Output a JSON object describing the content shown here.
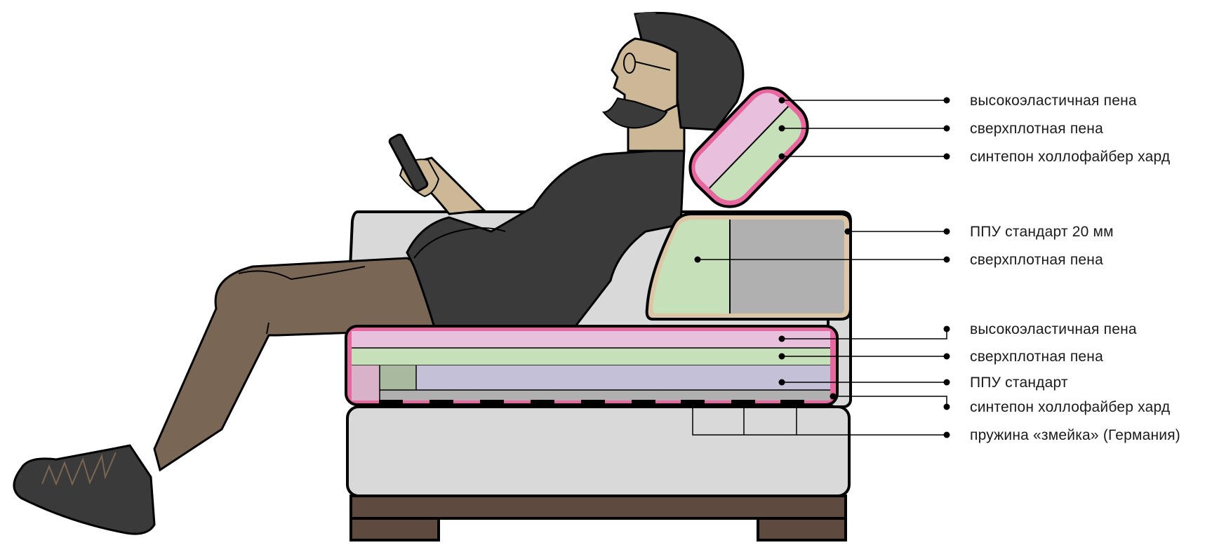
{
  "callouts": {
    "headrest": [
      "высокоэластичная пена",
      "сверхплотная пена",
      "синтепон холлофайбер хард"
    ],
    "armrest": [
      "ППУ стандарт 20 мм",
      "сверхплотная пена"
    ],
    "seat": [
      "высокоэластичная пена",
      "сверхплотная пена",
      "ППУ стандарт",
      "синтепон холлофайбер хард",
      "пружина «змейка» (Германия)"
    ]
  },
  "colors": {
    "outline": "#000000",
    "pink_edge": "#e8679f",
    "pink_fill": "#e8bfdc",
    "green_fill": "#c6e0b9",
    "lavender_fill": "#c4c0d8",
    "gray_fill": "#b0b0b0",
    "light_gray": "#d9d9d9",
    "beige": "#dcc6a6",
    "wood": "#5e4a3e",
    "skin": "#ccb896",
    "dark_shirt": "#3a3a3a",
    "pants": "#7a6654"
  }
}
